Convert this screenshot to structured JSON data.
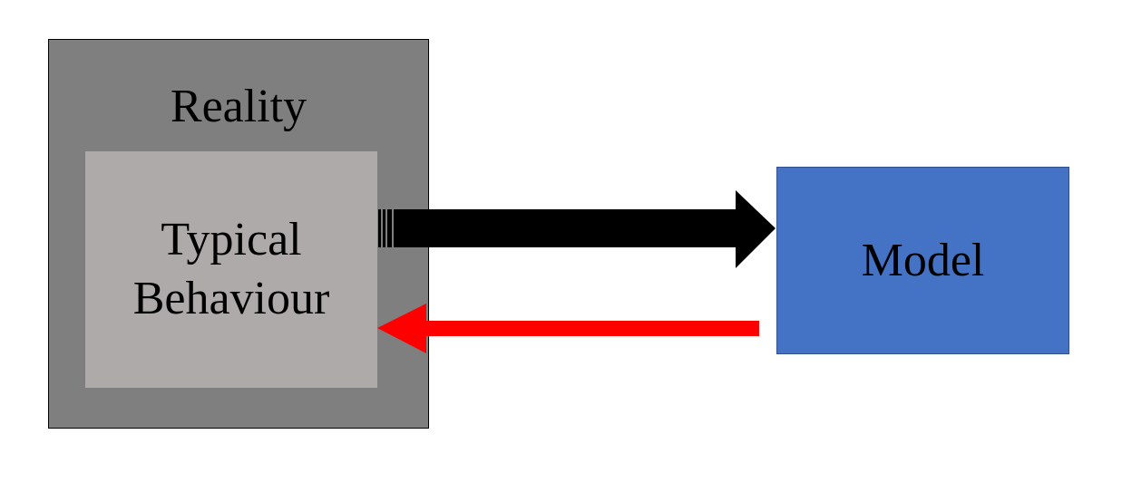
{
  "diagram": {
    "reality": {
      "label": "Reality",
      "fill": "#7f7f7f",
      "border": "#000000"
    },
    "typical_behaviour": {
      "label": "Typical\nBehaviour",
      "fill": "#aeaaaa"
    },
    "model": {
      "label": "Model",
      "fill": "#4472c4",
      "border": "#2f528f"
    },
    "arrows": [
      {
        "from": "typical_behaviour",
        "to": "model",
        "color": "#000000",
        "style": "striped-tail"
      },
      {
        "from": "model",
        "to": "typical_behaviour",
        "color": "#ff0000",
        "style": "solid"
      }
    ]
  }
}
